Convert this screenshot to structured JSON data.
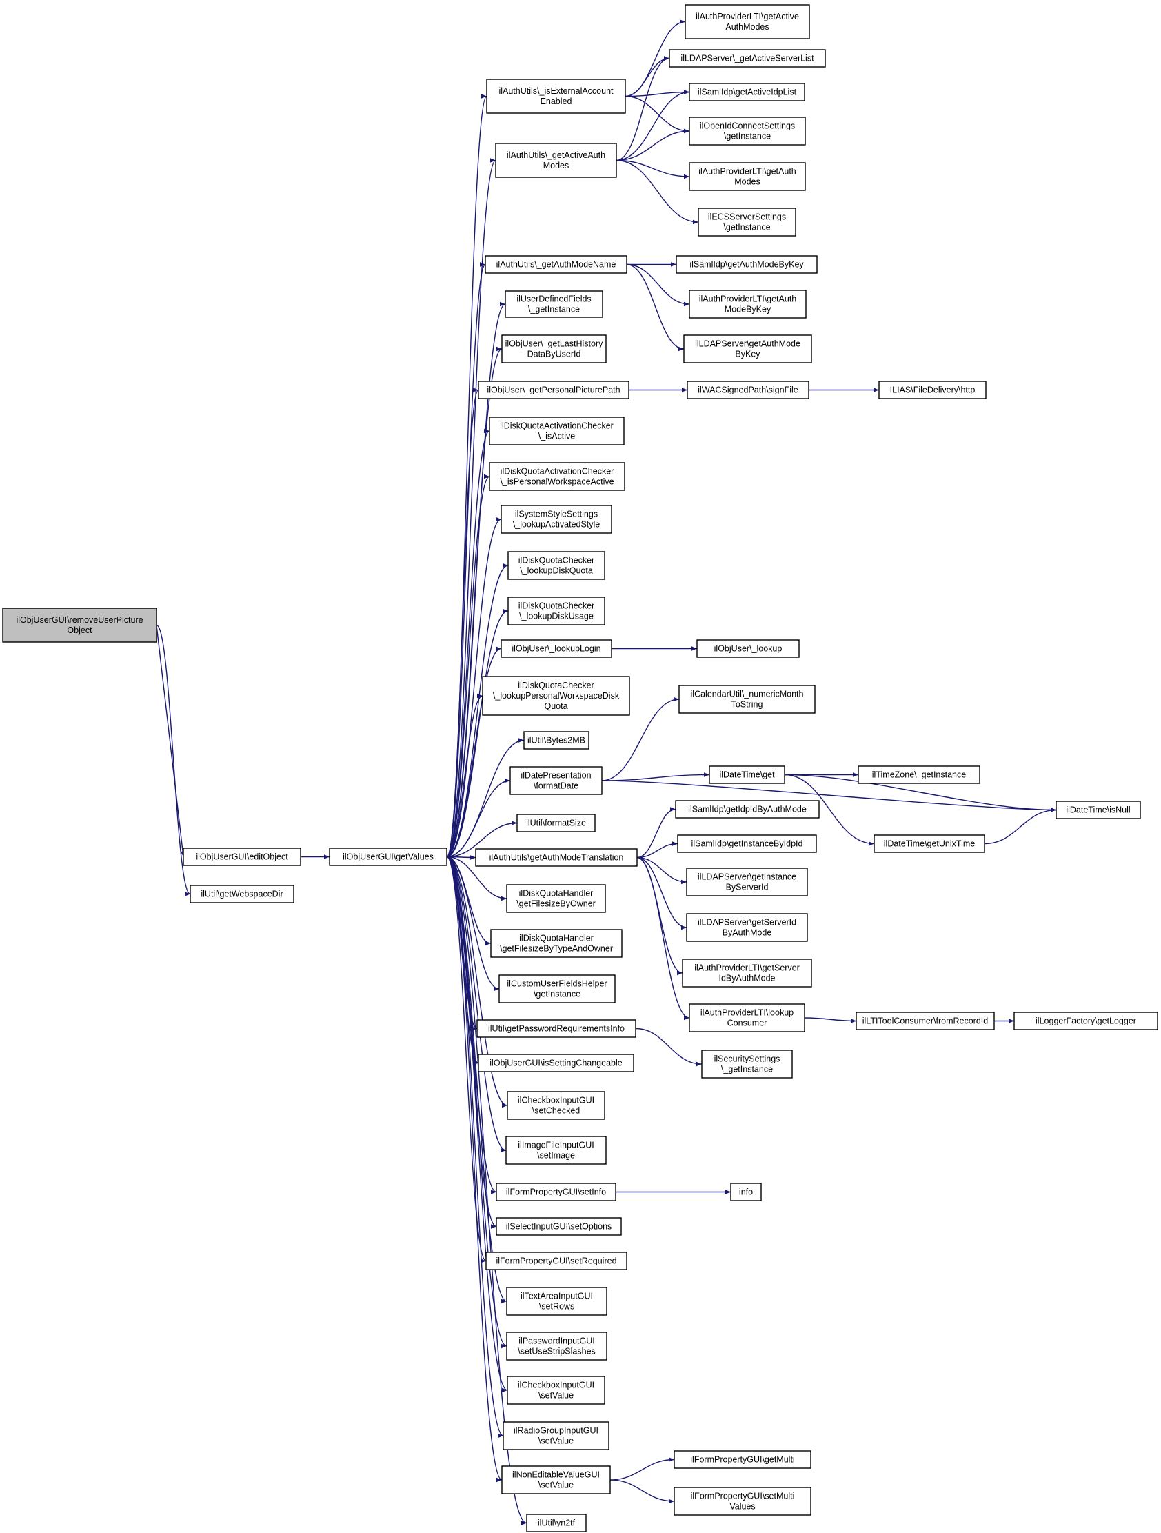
{
  "diagram": {
    "edge_color": "#191970",
    "root_fill": "#bfbfbf",
    "nodes": {
      "root": [
        "ilObjUserGUI\\removeUserPicture",
        "Object"
      ],
      "editObject": [
        "ilObjUserGUI\\editObject"
      ],
      "getWebspaceDir": [
        "ilUtil\\getWebspaceDir"
      ],
      "getValues": [
        "ilObjUserGUI\\getValues"
      ],
      "isExternal": [
        "ilAuthUtils\\_isExternalAccount",
        "Enabled"
      ],
      "getActiveAuthModes": [
        "ilAuthUtils\\_getActiveAuth",
        "Modes"
      ],
      "getAuthModeName": [
        "ilAuthUtils\\_getAuthModeName"
      ],
      "udfGetInstance": [
        "ilUserDefinedFields",
        "\\_getInstance"
      ],
      "getLastHistory": [
        "ilObjUser\\_getLastHistory",
        "DataByUserId"
      ],
      "getPersonalPicturePath": [
        "ilObjUser\\_getPersonalPicturePath"
      ],
      "dqIsActive": [
        "ilDiskQuotaActivationChecker",
        "\\_isActive"
      ],
      "dqIsPersonalWS": [
        "ilDiskQuotaActivationChecker",
        "\\_isPersonalWorkspaceActive"
      ],
      "lookupActivatedStyle": [
        "ilSystemStyleSettings",
        "\\_lookupActivatedStyle"
      ],
      "lookupDiskQuota": [
        "ilDiskQuotaChecker",
        "\\_lookupDiskQuota"
      ],
      "lookupDiskUsage": [
        "ilDiskQuotaChecker",
        "\\_lookupDiskUsage"
      ],
      "lookupLogin": [
        "ilObjUser\\_lookupLogin"
      ],
      "lookupPWSDQ": [
        "ilDiskQuotaChecker",
        "\\_lookupPersonalWorkspaceDisk",
        "Quota"
      ],
      "bytes2MB": [
        "ilUtil\\Bytes2MB"
      ],
      "formatDate": [
        "ilDatePresentation",
        "\\formatDate"
      ],
      "formatSize": [
        "ilUtil\\formatSize"
      ],
      "getAuthModeTranslation": [
        "ilAuthUtils\\getAuthModeTranslation"
      ],
      "getFilesizeByOwner": [
        "ilDiskQuotaHandler",
        "\\getFilesizeByOwner"
      ],
      "getFilesizeByTypeAndOwner": [
        "ilDiskQuotaHandler",
        "\\getFilesizeByTypeAndOwner"
      ],
      "customUserFields": [
        "ilCustomUserFieldsHelper",
        "\\getInstance"
      ],
      "getPwReqInfo": [
        "ilUtil\\getPasswordRequirementsInfo"
      ],
      "isSettingChangeable": [
        "ilObjUserGUI\\isSettingChangeable"
      ],
      "cbSetChecked": [
        "ilCheckboxInputGUI",
        "\\setChecked"
      ],
      "imgSetImage": [
        "ilImageFileInputGUI",
        "\\setImage"
      ],
      "fpSetInfo": [
        "ilFormPropertyGUI\\setInfo"
      ],
      "selSetOptions": [
        "ilSelectInputGUI\\setOptions"
      ],
      "fpSetRequired": [
        "ilFormPropertyGUI\\setRequired"
      ],
      "taSetRows": [
        "ilTextAreaInputGUI",
        "\\setRows"
      ],
      "pwSetUseStrip": [
        "ilPasswordInputGUI",
        "\\setUseStripSlashes"
      ],
      "cbSetValue": [
        "ilCheckboxInputGUI",
        "\\setValue"
      ],
      "rgSetValue": [
        "ilRadioGroupInputGUI",
        "\\setValue"
      ],
      "neSetValue": [
        "ilNonEditableValueGUI",
        "\\setValue"
      ],
      "yn2tf": [
        "ilUtil\\yn2tf"
      ],
      "ltiGetActiveAuthModes": [
        "ilAuthProviderLTI\\getActive",
        "AuthModes"
      ],
      "ldapGetActiveServerList": [
        "ilLDAPServer\\_getActiveServerList"
      ],
      "samlGetActiveIdpList": [
        "ilSamlIdp\\getActiveIdpList"
      ],
      "oidcGetInstance": [
        "ilOpenIdConnectSettings",
        "\\getInstance"
      ],
      "ltiGetAuthModes": [
        "ilAuthProviderLTI\\getAuth",
        "Modes"
      ],
      "ecsGetInstance": [
        "ilECSServerSettings",
        "\\getInstance"
      ],
      "samlGetAuthModeByKey": [
        "ilSamlIdp\\getAuthModeByKey"
      ],
      "ltiGetAuthModeByKey": [
        "ilAuthProviderLTI\\getAuth",
        "ModeByKey"
      ],
      "ldapGetAuthModeByKey": [
        "ilLDAPServer\\getAuthMode",
        "ByKey"
      ],
      "wacSignFile": [
        "ilWACSignedPath\\signFile"
      ],
      "fdHttp": [
        "ILIAS\\FileDelivery\\http"
      ],
      "objUserLookup": [
        "ilObjUser\\_lookup"
      ],
      "calNumericMonth": [
        "ilCalendarUtil\\_numericMonth",
        "ToString"
      ],
      "dtGet": [
        "ilDateTime\\get"
      ],
      "tzGetInstance": [
        "ilTimeZone\\_getInstance"
      ],
      "dtIsNull": [
        "ilDateTime\\isNull"
      ],
      "dtGetUnixTime": [
        "ilDateTime\\getUnixTime"
      ],
      "samlGetIdpIdByAuthMode": [
        "ilSamlIdp\\getIdpIdByAuthMode"
      ],
      "samlGetInstanceByIdpId": [
        "ilSamlIdp\\getInstanceByIdpId"
      ],
      "ldapGetInstanceByServerId": [
        "ilLDAPServer\\getInstance",
        "ByServerId"
      ],
      "ldapGetServerIdByAuthMode": [
        "ilLDAPServer\\getServerId",
        "ByAuthMode"
      ],
      "ltiGetServerIdByAuthMode": [
        "ilAuthProviderLTI\\getServer",
        "IdByAuthMode"
      ],
      "ltiLookupConsumer": [
        "ilAuthProviderLTI\\lookup",
        "Consumer"
      ],
      "ltiFromRecordId": [
        "ilLTIToolConsumer\\fromRecordId"
      ],
      "loggerGetLogger": [
        "ilLoggerFactory\\getLogger"
      ],
      "securityGetInstance": [
        "ilSecuritySettings",
        "\\_getInstance"
      ],
      "info": [
        "info"
      ],
      "fpGetMulti": [
        "ilFormPropertyGUI\\getMulti"
      ],
      "fpSetMultiValues": [
        "ilFormPropertyGUI\\setMulti",
        "Values"
      ]
    },
    "edges": [
      [
        "root",
        "editObject"
      ],
      [
        "root",
        "getWebspaceDir"
      ],
      [
        "editObject",
        "getValues"
      ],
      [
        "getValues",
        "isExternal"
      ],
      [
        "getValues",
        "getActiveAuthModes"
      ],
      [
        "getValues",
        "getAuthModeName"
      ],
      [
        "getValues",
        "udfGetInstance"
      ],
      [
        "getValues",
        "getLastHistory"
      ],
      [
        "getValues",
        "getPersonalPicturePath"
      ],
      [
        "getValues",
        "dqIsActive"
      ],
      [
        "getValues",
        "dqIsPersonalWS"
      ],
      [
        "getValues",
        "lookupActivatedStyle"
      ],
      [
        "getValues",
        "lookupDiskQuota"
      ],
      [
        "getValues",
        "lookupDiskUsage"
      ],
      [
        "getValues",
        "lookupLogin"
      ],
      [
        "getValues",
        "lookupPWSDQ"
      ],
      [
        "getValues",
        "bytes2MB"
      ],
      [
        "getValues",
        "formatDate"
      ],
      [
        "getValues",
        "formatSize"
      ],
      [
        "getValues",
        "getAuthModeTranslation"
      ],
      [
        "getValues",
        "getFilesizeByOwner"
      ],
      [
        "getValues",
        "getFilesizeByTypeAndOwner"
      ],
      [
        "getValues",
        "customUserFields"
      ],
      [
        "getValues",
        "getPwReqInfo"
      ],
      [
        "getValues",
        "isSettingChangeable"
      ],
      [
        "getValues",
        "cbSetChecked"
      ],
      [
        "getValues",
        "imgSetImage"
      ],
      [
        "getValues",
        "fpSetInfo"
      ],
      [
        "getValues",
        "selSetOptions"
      ],
      [
        "getValues",
        "fpSetRequired"
      ],
      [
        "getValues",
        "taSetRows"
      ],
      [
        "getValues",
        "pwSetUseStrip"
      ],
      [
        "getValues",
        "cbSetValue"
      ],
      [
        "getValues",
        "rgSetValue"
      ],
      [
        "getValues",
        "neSetValue"
      ],
      [
        "getValues",
        "yn2tf"
      ],
      [
        "isExternal",
        "ltiGetActiveAuthModes"
      ],
      [
        "isExternal",
        "ldapGetActiveServerList"
      ],
      [
        "isExternal",
        "samlGetActiveIdpList"
      ],
      [
        "isExternal",
        "oidcGetInstance"
      ],
      [
        "getActiveAuthModes",
        "ldapGetActiveServerList"
      ],
      [
        "getActiveAuthModes",
        "samlGetActiveIdpList"
      ],
      [
        "getActiveAuthModes",
        "oidcGetInstance"
      ],
      [
        "getActiveAuthModes",
        "ltiGetAuthModes"
      ],
      [
        "getActiveAuthModes",
        "ecsGetInstance"
      ],
      [
        "getAuthModeName",
        "samlGetAuthModeByKey"
      ],
      [
        "getAuthModeName",
        "ltiGetAuthModeByKey"
      ],
      [
        "getAuthModeName",
        "ldapGetAuthModeByKey"
      ],
      [
        "getPersonalPicturePath",
        "wacSignFile"
      ],
      [
        "wacSignFile",
        "fdHttp"
      ],
      [
        "lookupLogin",
        "objUserLookup"
      ],
      [
        "formatDate",
        "calNumericMonth"
      ],
      [
        "formatDate",
        "dtGet"
      ],
      [
        "formatDate",
        "dtIsNull"
      ],
      [
        "dtGet",
        "tzGetInstance"
      ],
      [
        "dtGet",
        "dtIsNull"
      ],
      [
        "dtGet",
        "dtGetUnixTime"
      ],
      [
        "dtGetUnixTime",
        "dtIsNull"
      ],
      [
        "getAuthModeTranslation",
        "samlGetIdpIdByAuthMode"
      ],
      [
        "getAuthModeTranslation",
        "samlGetInstanceByIdpId"
      ],
      [
        "getAuthModeTranslation",
        "ldapGetInstanceByServerId"
      ],
      [
        "getAuthModeTranslation",
        "ldapGetServerIdByAuthMode"
      ],
      [
        "getAuthModeTranslation",
        "ltiGetServerIdByAuthMode"
      ],
      [
        "getAuthModeTranslation",
        "ltiLookupConsumer"
      ],
      [
        "ltiLookupConsumer",
        "ltiFromRecordId"
      ],
      [
        "ltiFromRecordId",
        "loggerGetLogger"
      ],
      [
        "getPwReqInfo",
        "securityGetInstance"
      ],
      [
        "fpSetInfo",
        "info"
      ],
      [
        "neSetValue",
        "fpGetMulti"
      ],
      [
        "neSetValue",
        "fpSetMultiValues"
      ]
    ]
  }
}
